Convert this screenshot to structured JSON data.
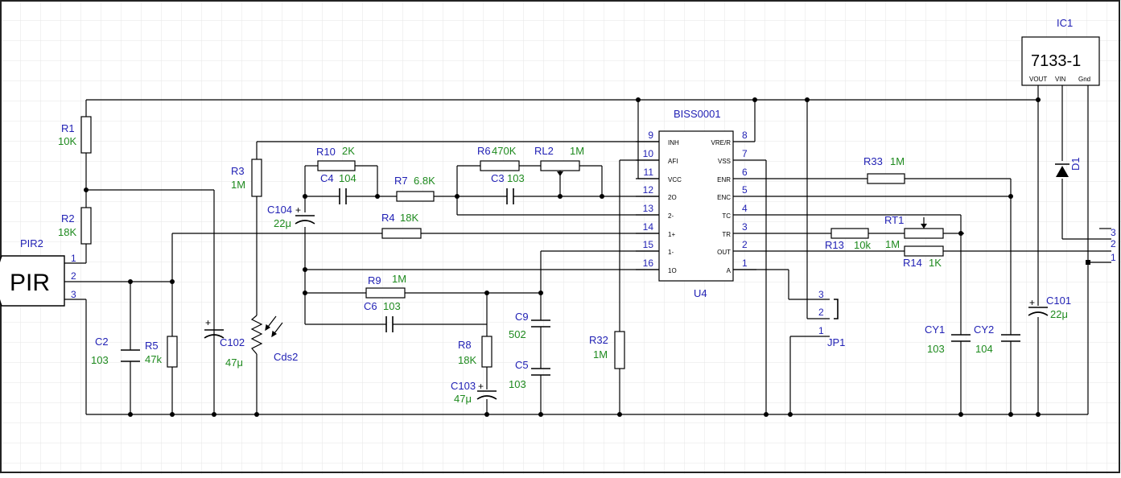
{
  "schematic": {
    "labels": {
      "ic1_ref": "IC1",
      "ic1_part": "7133-1",
      "ic1_vout": "VOUT",
      "ic1_vin": "VIN",
      "ic1_gnd": "Gnd",
      "u4_part": "BISS0001",
      "u4_ref": "U4",
      "pir2_ref": "PIR2",
      "pir2_body": "PIR",
      "r1": "R1",
      "r1_val": "10K",
      "r2": "R2",
      "r2_val": "18K",
      "r3": "R3",
      "r3_val": "1M",
      "r4": "R4",
      "r4_val": "18K",
      "r5": "R5",
      "r5_val": "47k",
      "r6": "R6",
      "r6_val": "470K",
      "r7": "R7",
      "r7_val": "6.8K",
      "r8": "R8",
      "r8_val": "18K",
      "r9": "R9",
      "r9_val": "1M",
      "r10": "R10",
      "r10_val": "2K",
      "r13": "R13",
      "r13_val": "10k",
      "r14": "R14",
      "r14_val": "1K",
      "r32": "R32",
      "r32_val": "1M",
      "r33": "R33",
      "r33_val": "1M",
      "rl2": "RL2",
      "rl2_val": "1M",
      "rt1": "RT1",
      "rt1_val": "1M",
      "c2": "C2",
      "c2_val": "103",
      "c3": "C3",
      "c3_val": "103",
      "c4": "C4",
      "c4_val": "104",
      "c5": "C5",
      "c5_val": "103",
      "c6": "C6",
      "c6_val": "103",
      "c9": "C9",
      "c9_val": "502",
      "c101": "C101",
      "c101_val": "22μ",
      "c102": "C102",
      "c102_val": "47μ",
      "c103": "C103",
      "c103_val": "47μ",
      "c104": "C104",
      "c104_val": "22μ",
      "cy1": "CY1",
      "cy1_val": "103",
      "cy2": "CY2",
      "cy2_val": "104",
      "cds2": "Cds2",
      "d1": "D1",
      "jp1": "JP1"
    },
    "u4_left_pins": [
      {
        "num": "9",
        "name": "INH"
      },
      {
        "num": "10",
        "name": "AFI"
      },
      {
        "num": "11",
        "name": "VCC"
      },
      {
        "num": "12",
        "name": "2O"
      },
      {
        "num": "13",
        "name": "2-"
      },
      {
        "num": "14",
        "name": "1+"
      },
      {
        "num": "15",
        "name": "1-"
      },
      {
        "num": "16",
        "name": "1O"
      }
    ],
    "u4_right_pins": [
      {
        "num": "8",
        "name": "VRE/R"
      },
      {
        "num": "7",
        "name": "VSS"
      },
      {
        "num": "6",
        "name": "ENR"
      },
      {
        "num": "5",
        "name": "ENC"
      },
      {
        "num": "4",
        "name": "TC"
      },
      {
        "num": "3",
        "name": "TR"
      },
      {
        "num": "2",
        "name": "OUT"
      },
      {
        "num": "1",
        "name": "A"
      }
    ],
    "pin_numbers": {
      "pir_1": "1",
      "pir_2": "2",
      "pir_3": "3",
      "jp_1": "1",
      "jp_2": "2",
      "jp_3": "3",
      "con_1": "1",
      "con_2": "2",
      "con_3": "3"
    },
    "colors": {
      "ref": "#1f1fb4",
      "value": "#1e8a1e",
      "wire": "#000000",
      "grid": "#e6e6e6"
    }
  }
}
